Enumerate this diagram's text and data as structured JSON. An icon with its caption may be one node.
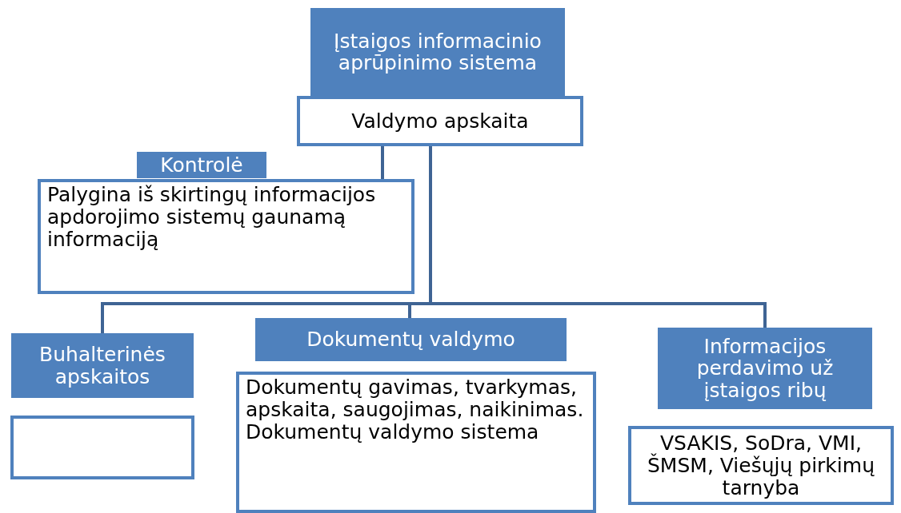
{
  "diagram": {
    "nodes": [
      {
        "text": [
          "Įstaigos informacinio aprūpinimo sistema"
        ]
      },
      {
        "text": [
          "Valdymo apskaita"
        ]
      },
      {
        "text": [
          "Kontrolė"
        ]
      },
      {
        "text": [
          "Palygina iš skirtingų informacijos apdorojimo sistemų gaunamą informaciją"
        ]
      },
      {
        "text": [
          "Buhalterinės apskaitos"
        ]
      },
      {
        "text": [],
        "shape": "box"
      },
      {
        "text": [
          "Dokumentų valdymo"
        ]
      },
      {
        "text": [
          "Dokumentų gavimas, tvarkymas, apskaita, saugojimas, naikinimas. Dokumentų valdymo sistema"
        ]
      },
      {
        "text": [
          "Informacijos perdavimo už įstaigos ribų"
        ]
      },
      {
        "text": [
          "VSAKIS, SoDra, VMI, ŠMSM, Viešųjų pirkimų tarnyba"
        ]
      }
    ],
    "edges": [
      {
        "from": 1,
        "to": 3,
        "arrow": "none"
      },
      {
        "from": 1,
        "to": 4,
        "arrow": "none"
      },
      {
        "from": 1,
        "to": 6,
        "arrow": "none"
      },
      {
        "from": 1,
        "to": 8,
        "arrow": "none"
      }
    ]
  }
}
